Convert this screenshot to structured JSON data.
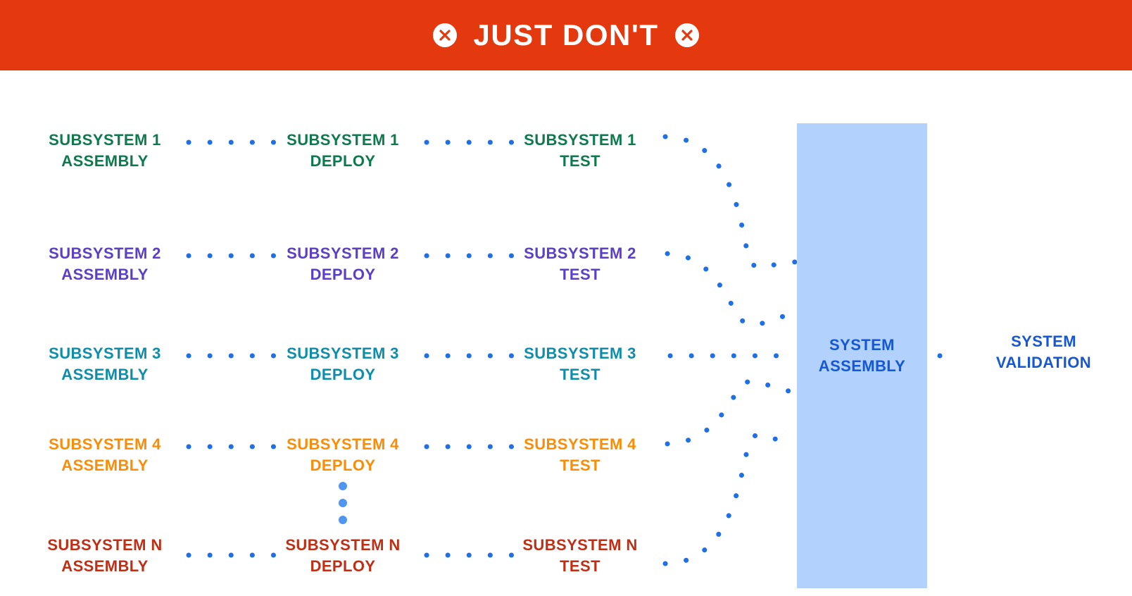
{
  "header": {
    "title": "JUST DON'T",
    "background_color": "#e4380f",
    "text_color": "#ffffff",
    "left_icon": "x-circle-icon",
    "right_icon": "x-circle-icon"
  },
  "diagram": {
    "connector_color": "#1f6fe5",
    "columns": [
      "ASSEMBLY",
      "DEPLOY",
      "TEST"
    ],
    "rows": [
      {
        "id": "subsystem-1",
        "color": "#0d7a4d",
        "assembly": "SUBSYSTEM 1\nASSEMBLY",
        "deploy": "SUBSYSTEM 1\nDEPLOY",
        "test": "SUBSYSTEM 1\nTEST"
      },
      {
        "id": "subsystem-2",
        "color": "#5b3fc4",
        "assembly": "SUBSYSTEM 2\nASSEMBLY",
        "deploy": "SUBSYSTEM 2\nDEPLOY",
        "test": "SUBSYSTEM 2\nTEST"
      },
      {
        "id": "subsystem-3",
        "color": "#0e8daa",
        "assembly": "SUBSYSTEM 3\nASSEMBLY",
        "deploy": "SUBSYSTEM 3\nDEPLOY",
        "test": "SUBSYSTEM 3\nTEST"
      },
      {
        "id": "subsystem-4",
        "color": "#fb8c05",
        "assembly": "SUBSYSTEM 4\nASSEMBLY",
        "deploy": "SUBSYSTEM 4\nDEPLOY",
        "test": "SUBSYSTEM 4\nTEST"
      },
      {
        "id": "subsystem-n",
        "color": "#bf2f16",
        "assembly": "SUBSYSTEM N\nASSEMBLY",
        "deploy": "SUBSYSTEM N\nDEPLOY",
        "test": "SUBSYSTEM N\nTEST"
      }
    ],
    "ellipsis": "vertical-ellipsis-three-dots",
    "system_assembly": {
      "label": "SYSTEM\nASSEMBLY",
      "box_color": "#b3d1fd",
      "text_color": "#1657d2"
    },
    "system_validation": {
      "label": "SYSTEM\nVALIDATION",
      "text_color": "#1657d2"
    }
  }
}
